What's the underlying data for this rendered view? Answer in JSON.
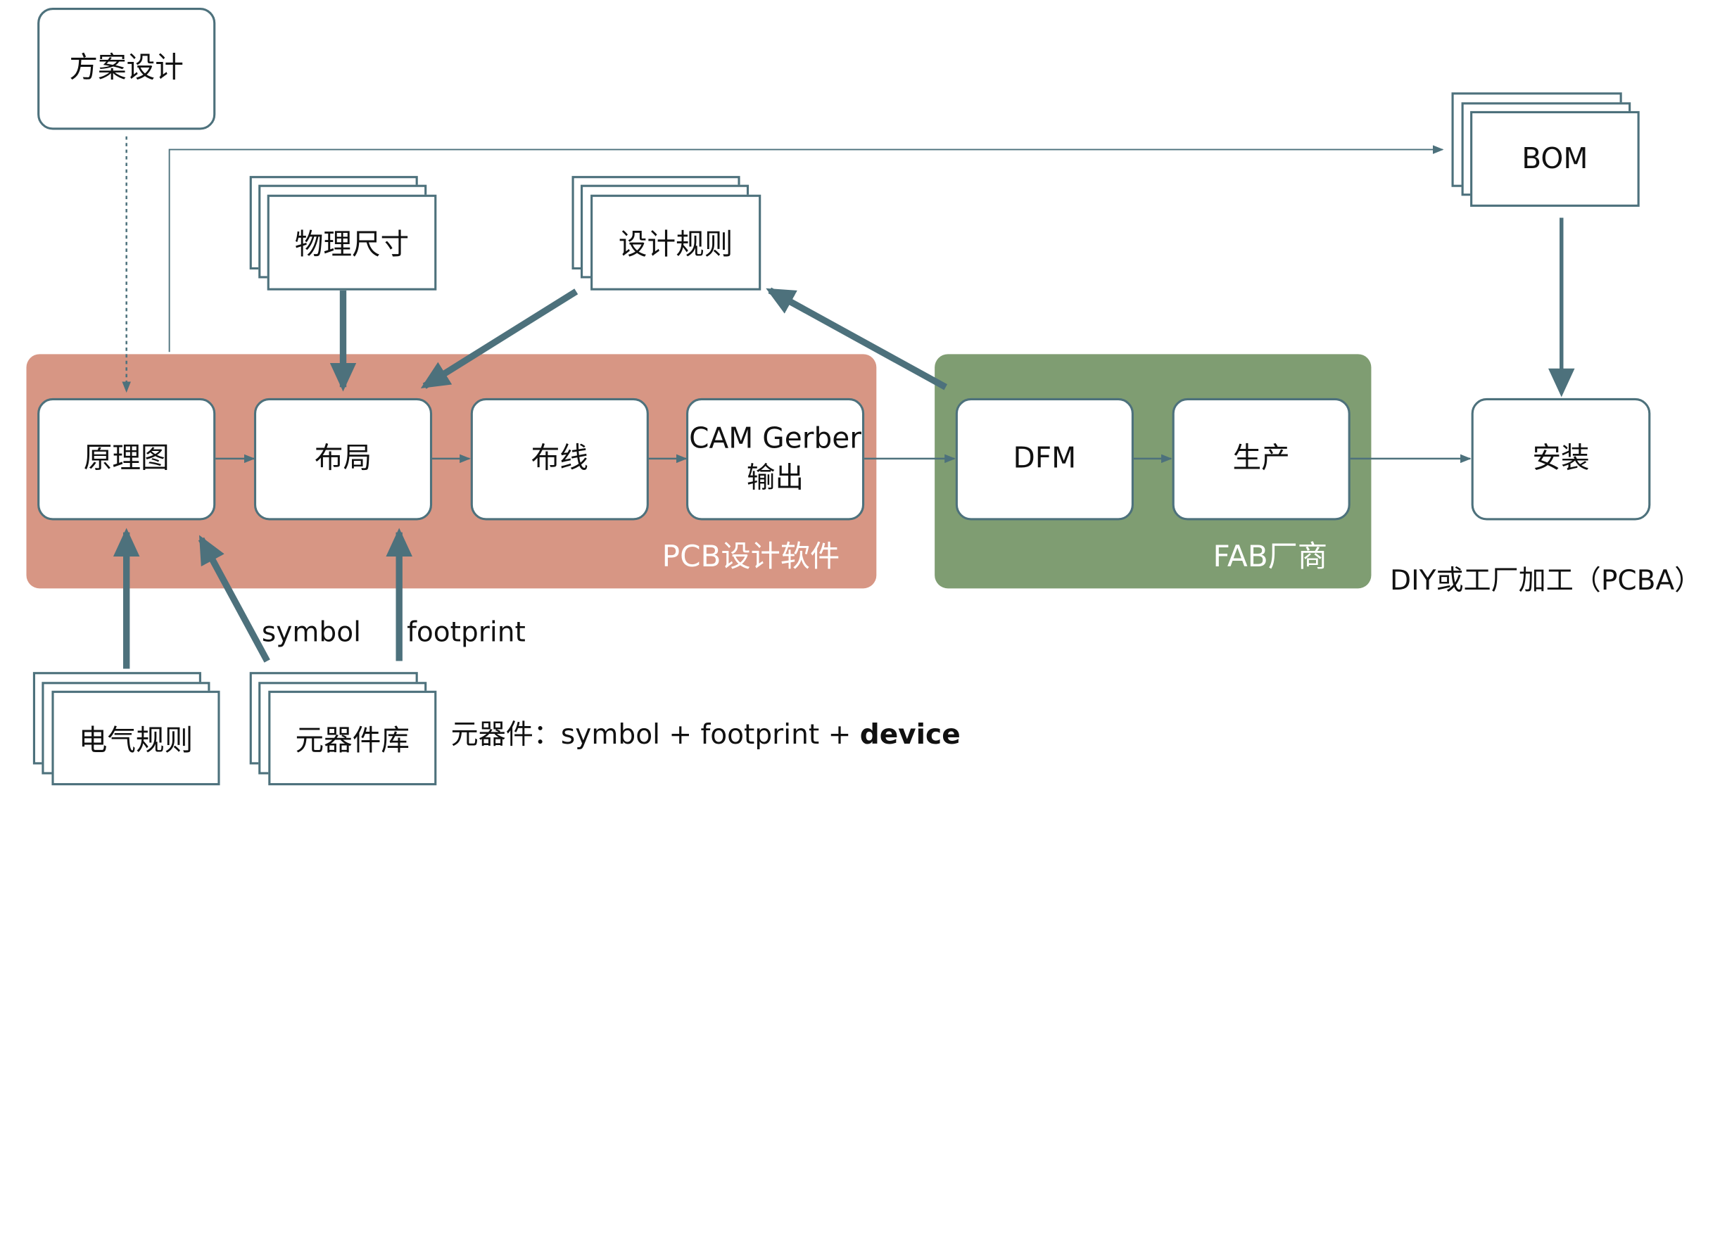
{
  "regions": {
    "pcb_software": {
      "label": "PCB设计软件",
      "color": "#d79684"
    },
    "fab_vendor": {
      "label": "FAB厂商",
      "color": "#7f9d72"
    }
  },
  "nodes": {
    "scheme_design": "方案设计",
    "schematic": "原理图",
    "layout": "布局",
    "routing": "布线",
    "cam_gerber_line1": "CAM Gerber",
    "cam_gerber_line2": "输出",
    "dfm": "DFM",
    "production": "生产",
    "assembly": "安装"
  },
  "stacked_docs": {
    "physical_size": "物理尺寸",
    "design_rules": "设计规则",
    "bom": "BOM",
    "electrical_rules": "电气规则",
    "component_library": "元器件库"
  },
  "labels": {
    "symbol": "symbol",
    "footprint": "footprint",
    "assembly_caption": "DIY或工厂加工（PCBA）",
    "library_note_prefix": "元器件：symbol + footprint + ",
    "library_note_bold": "device"
  },
  "colors": {
    "box_border": "#4d717c",
    "arrow": "#4d717c",
    "region_pcb": "#d79684",
    "region_fab": "#7f9d72"
  }
}
